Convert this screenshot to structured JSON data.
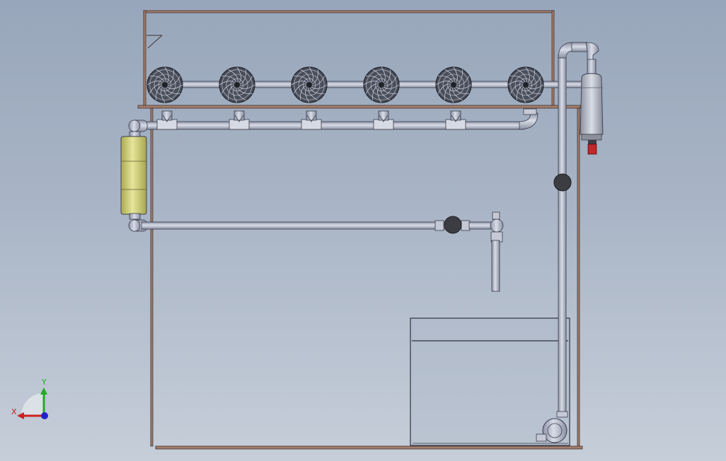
{
  "viewport": {
    "background_top": "#98a6bb",
    "background_bottom": "#c6ced9"
  },
  "colors": {
    "frame_wood": "#a57d6a",
    "frame_dark": "#3d3431",
    "pipe_fill": "#b9bfcf",
    "pipe_edge": "#3a3d4a",
    "filter_yellow": "#d7d67c",
    "valve_dark": "#3b3d42",
    "water_line": "#2f3440",
    "red_fitting": "#c0262a"
  },
  "components": {
    "fans_count": 6,
    "tee_count": 5
  },
  "triad": {
    "x_label": "X",
    "y_label": "Y",
    "x_color": "#cc2222",
    "y_color": "#22aa22",
    "z_color": "#2222cc"
  }
}
